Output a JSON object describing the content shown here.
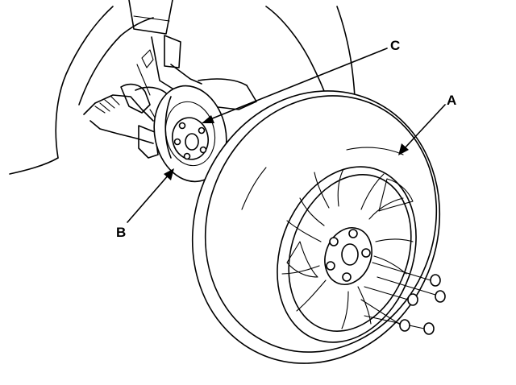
{
  "labels": {
    "a": "A",
    "b": "B",
    "c": "C"
  },
  "colors": {
    "line": "#000000",
    "background": "#ffffff"
  },
  "parts": {
    "wheel_nut_count": 5
  }
}
